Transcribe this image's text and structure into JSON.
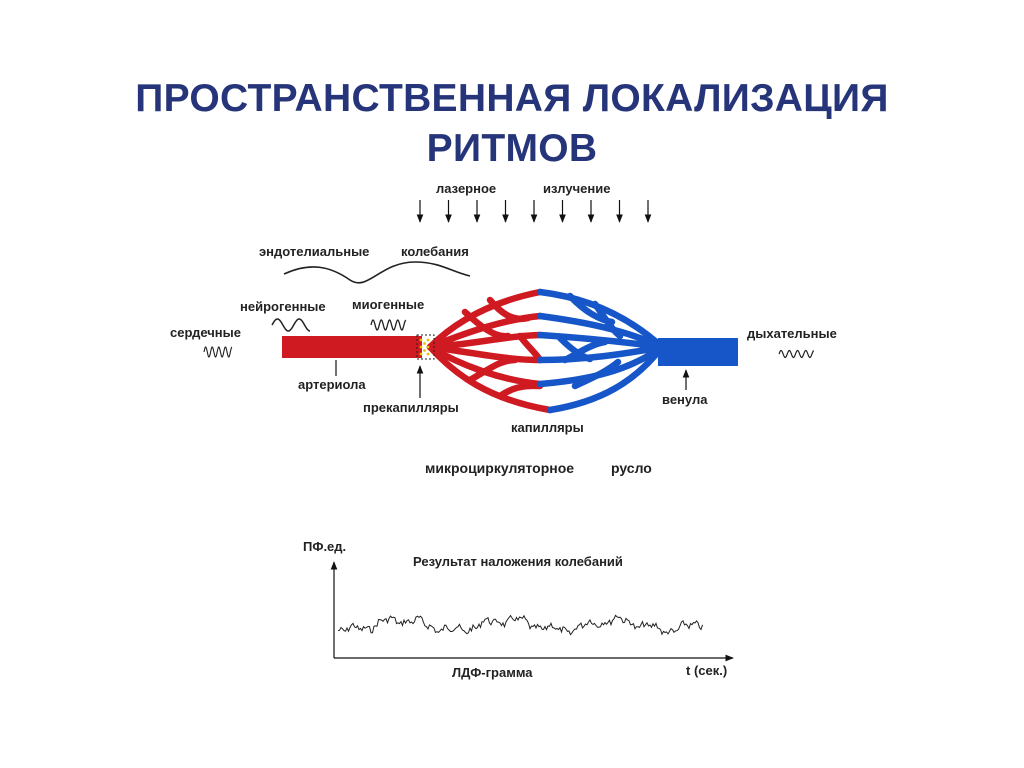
{
  "title": {
    "line1": "ПРОСТРАНСТВЕННАЯ ЛОКАЛИЗАЦИЯ",
    "line2": "РИТМОВ"
  },
  "diagram": {
    "laser_word1": "лазерное",
    "laser_word2": "излучение",
    "endothelial_word1": "эндотелиальные",
    "endothelial_word2": "колебания",
    "neurogenic": "нейрогенные",
    "myogenic": "миогенные",
    "cardiac": "сердечные",
    "respiratory": "дыхательные",
    "arteriole": "артериола",
    "precapillaries": "прекапилляры",
    "capillaries": "капилляры",
    "venule": "венула",
    "microcirculatory_word1": "микроциркуляторное",
    "microcirculatory_word2": "русло",
    "colors": {
      "arterial": "#d01a22",
      "venous": "#1656c8",
      "title": "#26347a"
    }
  },
  "ldf": {
    "y_axis_label": "ПФ.ед.",
    "plot_title": "Результат наложения колебаний",
    "x_label": "ЛДФ-грамма",
    "x_axis_unit": "t (сек.)"
  }
}
